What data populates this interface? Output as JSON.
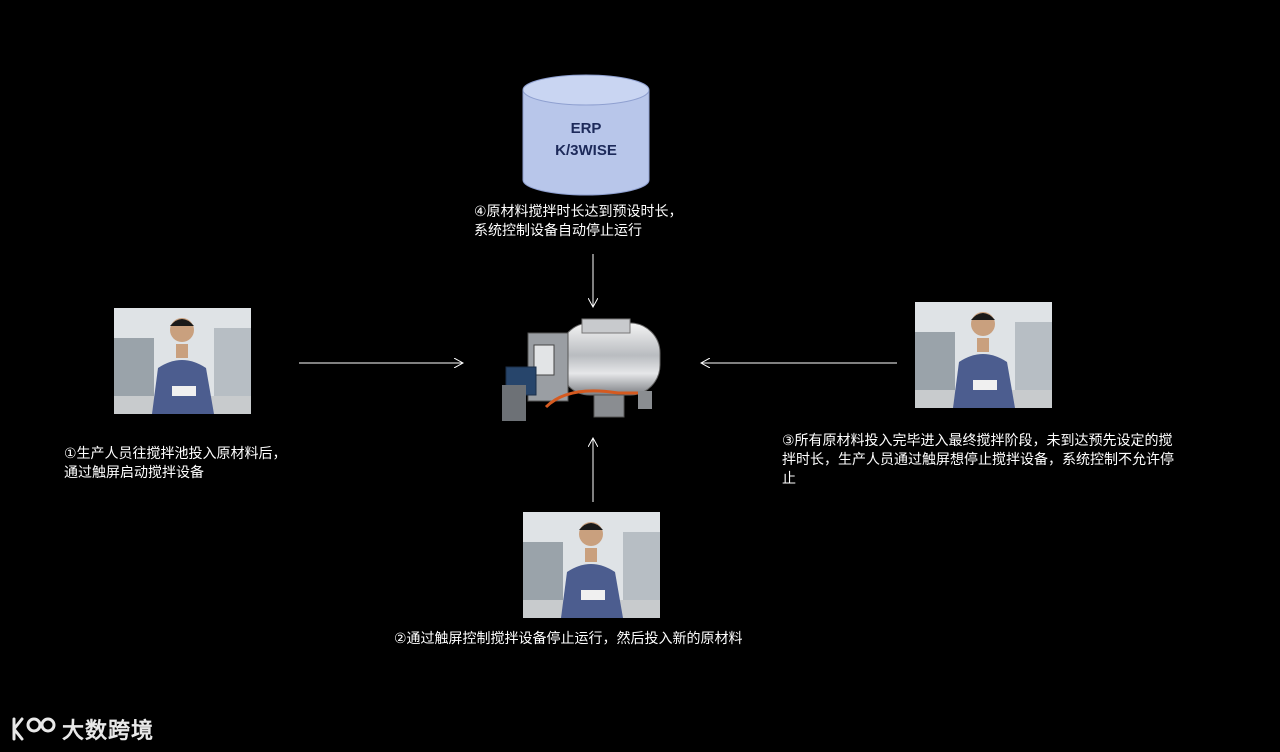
{
  "database": {
    "line1": "ERP",
    "line2": "K/3WISE"
  },
  "steps": {
    "step1": "①生产人员往搅拌池投入原材料后，\n通过触屏启动搅拌设备",
    "step2": "②通过触屏控制搅拌设备停止运行，然后投入新的原材料",
    "step3": "③所有原材料投入完毕进入最终搅拌阶段，未到达预先设定的搅\n拌时长，生产人员通过触屏想停止搅拌设备，系统控制不允许停\n止",
    "step4": "④原材料搅拌时长达到预设时长，\n系统控制设备自动停止运行"
  },
  "watermark": {
    "text": "大数跨境"
  },
  "colors": {
    "background": "#000000",
    "database_fill": "#b8c6ea",
    "arrow": "#ffffff"
  },
  "icons": [
    "database-icon",
    "mixer-machine-image",
    "worker-photo",
    "logo-icon"
  ]
}
